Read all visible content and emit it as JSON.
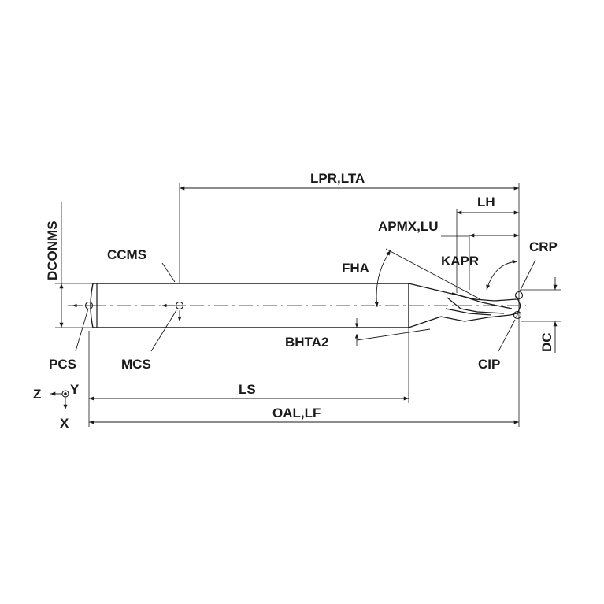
{
  "labels": {
    "lpr_lta": "LPR,LTA",
    "lh": "LH",
    "apmx_lu": "APMX,LU",
    "crp": "CRP",
    "kapr": "KAPR",
    "fha": "FHA",
    "ccms": "CCMS",
    "dconms": "DCONMS",
    "bhta2": "BHTA2",
    "pcs": "PCS",
    "mcs": "MCS",
    "cip": "CIP",
    "dc": "DC",
    "ls": "LS",
    "oal_lf": "OAL,LF"
  },
  "axes": {
    "z": "Z",
    "y": "Y",
    "x": "X"
  }
}
